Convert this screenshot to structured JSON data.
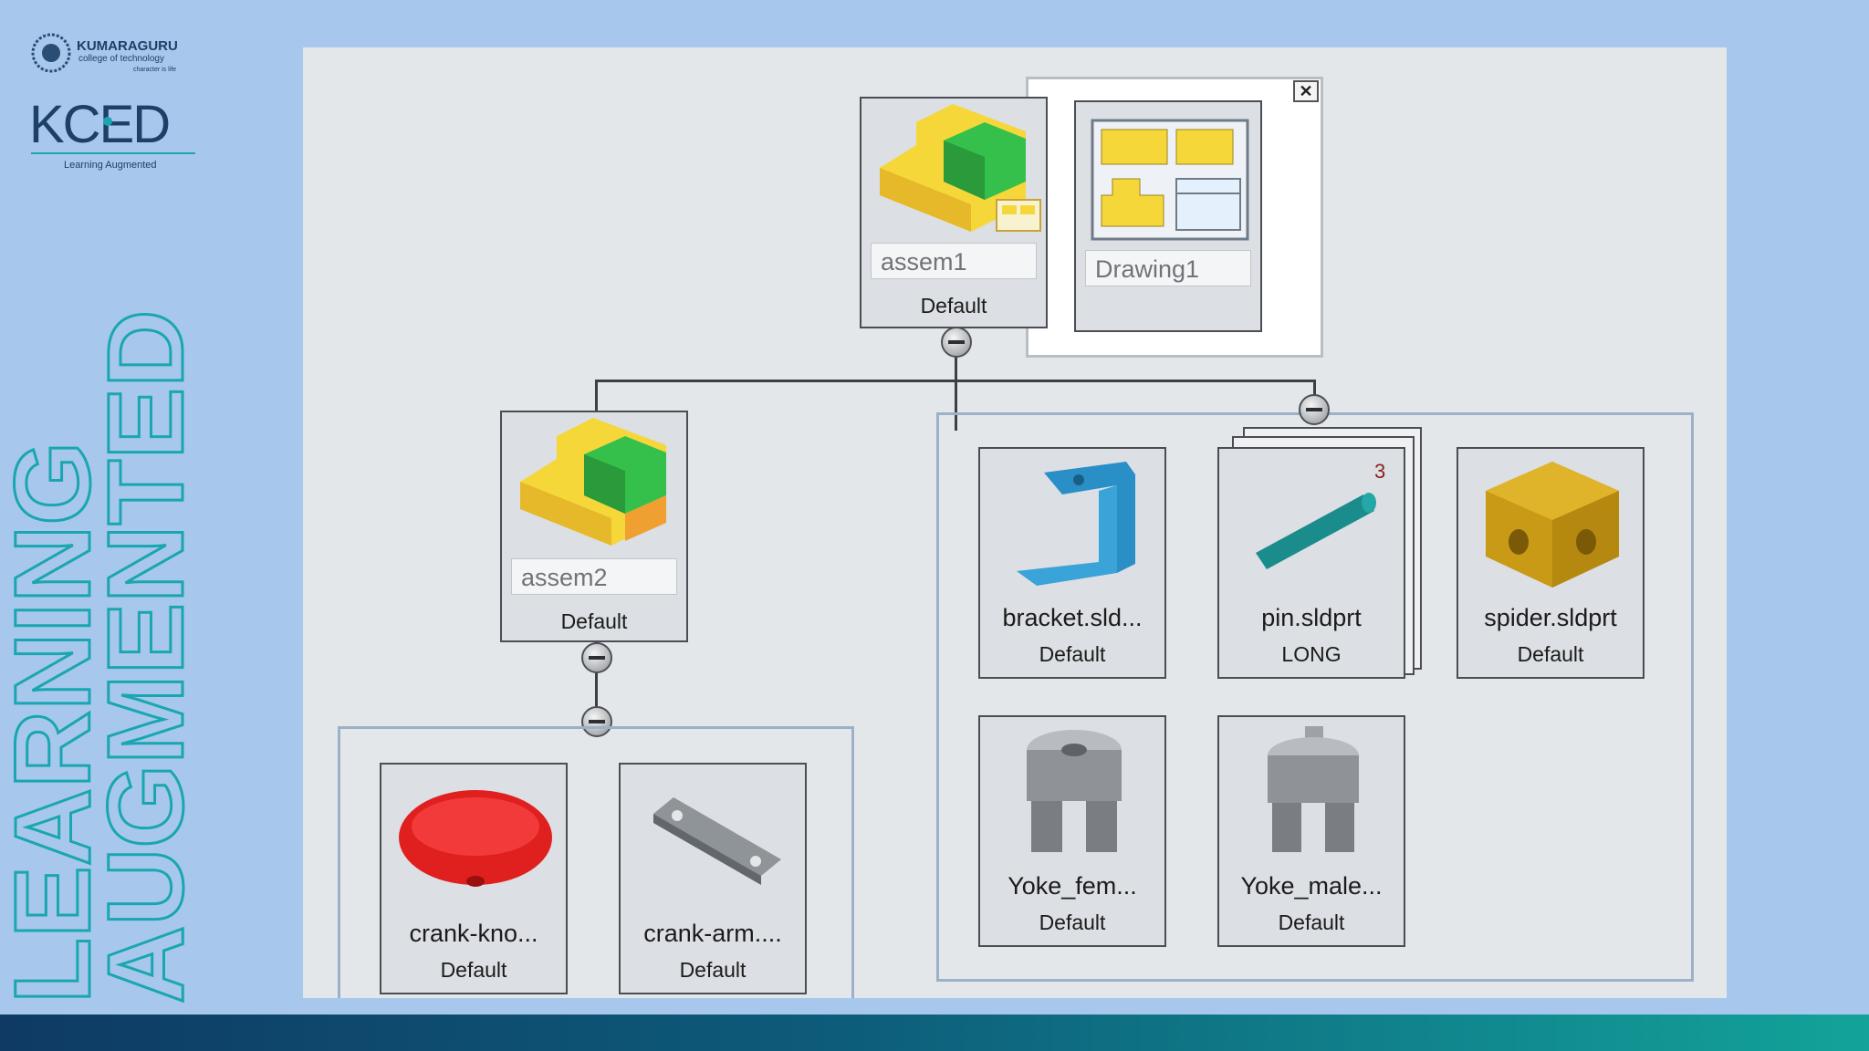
{
  "brand": {
    "institution_line1": "KUMARAGURU",
    "institution_line2": "college of technology",
    "institution_tagline": "character is life",
    "kced_logo": "KCED",
    "kced_tagline": "Learning Augmented",
    "vertical_word_1": "LEARNING",
    "vertical_word_2": "AUGMENTED",
    "accent_color": "#1aa6b0"
  },
  "popup": {
    "close_glyph": "✕",
    "drawing_name": "Drawing1"
  },
  "tree": {
    "root": {
      "name": "assem1",
      "config": "Default"
    },
    "sub_assembly": {
      "name": "assem2",
      "config": "Default"
    },
    "sub_parts": [
      {
        "name": "crank-kno...",
        "config": "Default",
        "icon": "red-knob-icon"
      },
      {
        "name": "crank-arm....",
        "config": "Default",
        "icon": "crank-arm-icon"
      }
    ],
    "parts": [
      {
        "name": "bracket.sld...",
        "config": "Default",
        "icon": "bracket-icon"
      },
      {
        "name": "pin.sldprt",
        "config": "LONG",
        "icon": "pin-icon",
        "count": "3"
      },
      {
        "name": "spider.sldprt",
        "config": "Default",
        "icon": "spider-icon"
      },
      {
        "name": "Yoke_fem...",
        "config": "Default",
        "icon": "yoke-female-icon"
      },
      {
        "name": "Yoke_male...",
        "config": "Default",
        "icon": "yoke-male-icon"
      }
    ]
  }
}
